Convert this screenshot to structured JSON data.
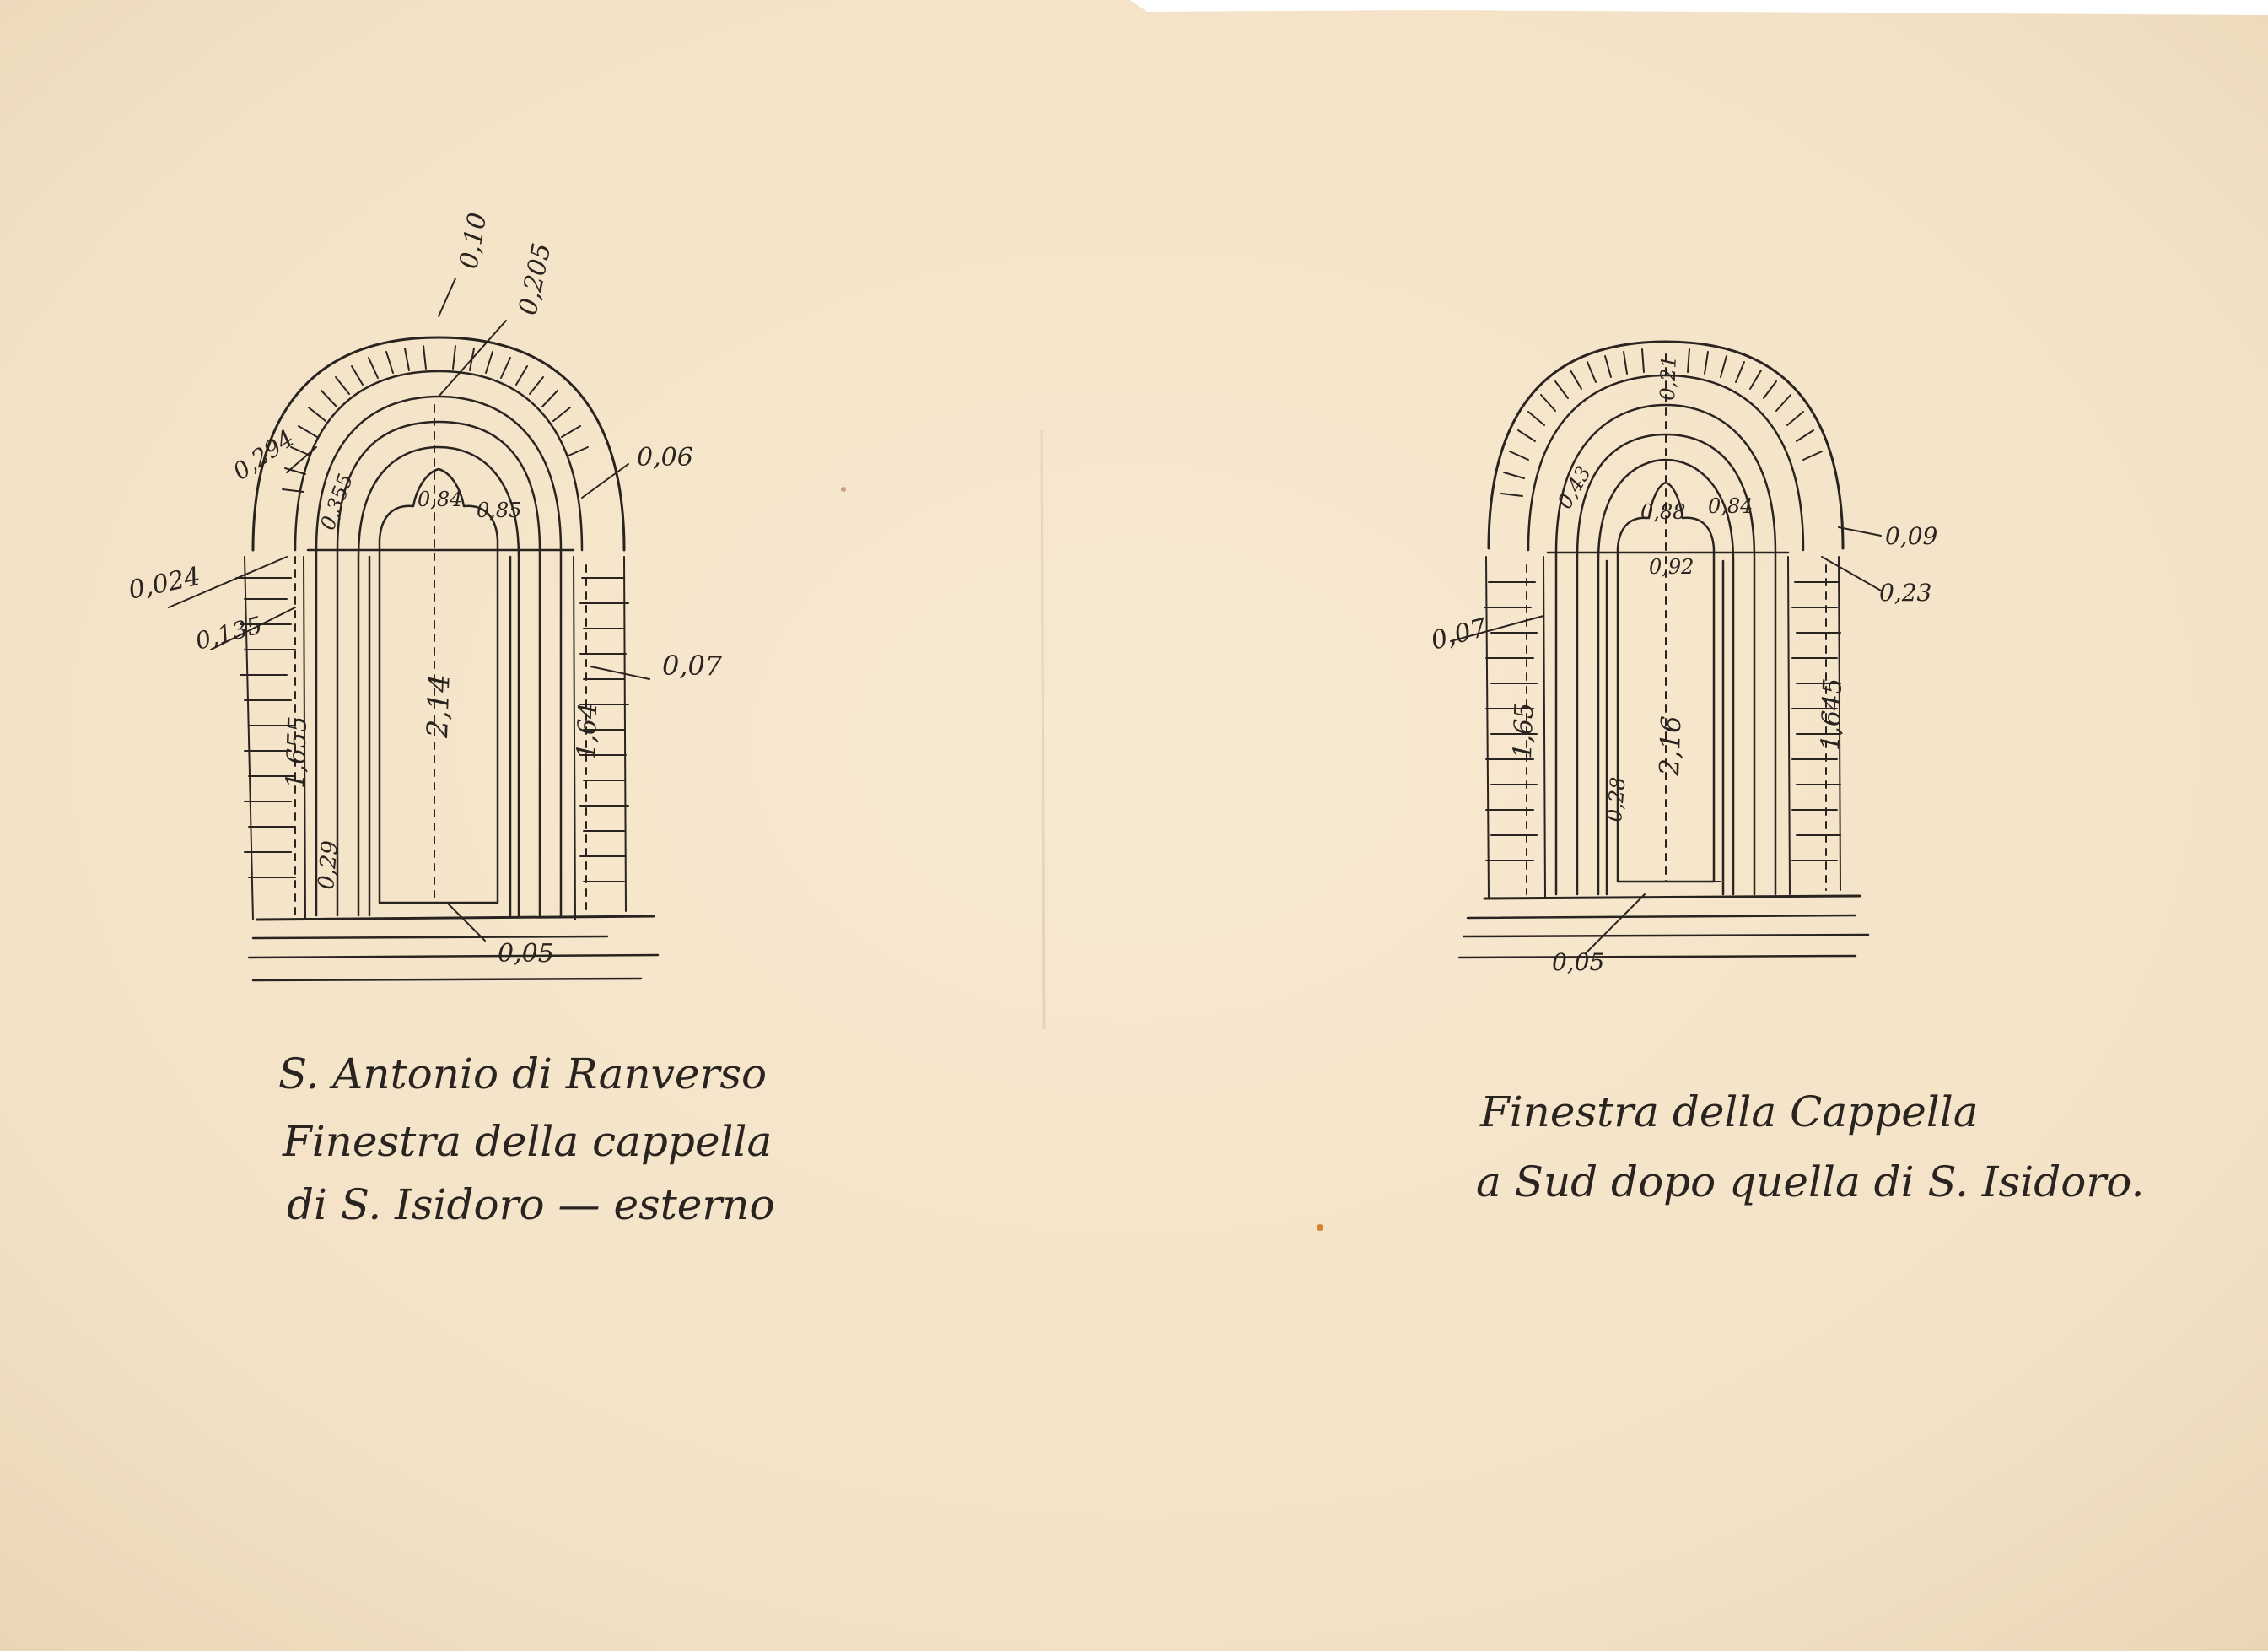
{
  "document": {
    "paper_color": "#f5e6cc",
    "ink_color": "#2a2420"
  },
  "left_drawing": {
    "caption_lines": [
      "S. Antonio di Ranverso",
      "Finestra della cappella",
      "di S. Isidoro — esterno"
    ],
    "dimensions": {
      "d_0_10": "0,10",
      "d_0_205": "0,205",
      "d_0_294": "0,294",
      "d_0_06": "0,06",
      "d_0_355": "0,355",
      "d_0_84": "0,84",
      "d_0_85": "0,85",
      "d_0_024": "0,024",
      "d_0_135": "0,135",
      "d_0_07": "0,07",
      "d_2_14": "2,14",
      "d_1_655": "1,655",
      "d_1_64": "1,64",
      "d_0_29": "0,29",
      "d_0_05": "0,05"
    }
  },
  "right_drawing": {
    "caption_lines": [
      "Finestra della Cappella",
      "a Sud dopo quella di S. Isidoro."
    ],
    "dimensions": {
      "d_0_21": "0,21",
      "d_0_43": "0,43",
      "d_0_88": "0,88",
      "d_0_84": "0,84",
      "d_0_92": "0,92",
      "d_0_09": "0,09",
      "d_0_23": "0,23",
      "d_0_07": "0,07",
      "d_1_65": "1,65",
      "d_2_16": "2,16",
      "d_1_645": "1,645",
      "d_0_28": "0,28",
      "d_0_05": "0,05"
    }
  }
}
